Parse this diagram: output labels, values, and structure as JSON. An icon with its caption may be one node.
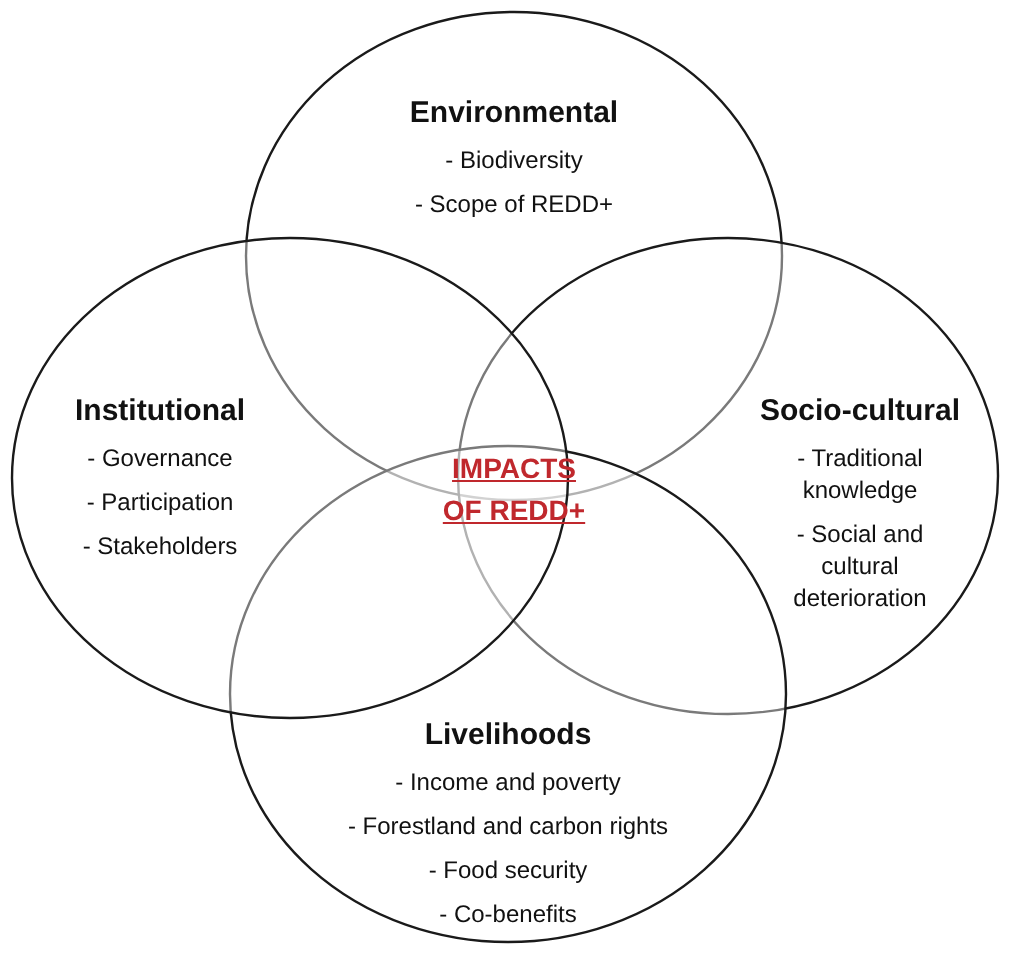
{
  "diagram": {
    "nodes": [
      {
        "text": [
          "Environmental",
          "- Biodiversity",
          "- Scope of REDD+"
        ]
      },
      {
        "text": [
          "Institutional",
          "- Governance",
          "- Participation",
          "- Stakeholders"
        ]
      },
      {
        "text": [
          "Socio-cultural",
          "- Traditional knowledge",
          "- Social and cultural deterioration"
        ]
      },
      {
        "text": [
          "Livelihoods",
          "- Income and poverty",
          "- Forestland and carbon rights",
          "- Food security",
          "- Co-benefits"
        ]
      }
    ],
    "labels": [
      "IMPACTS OF REDD+"
    ]
  }
}
